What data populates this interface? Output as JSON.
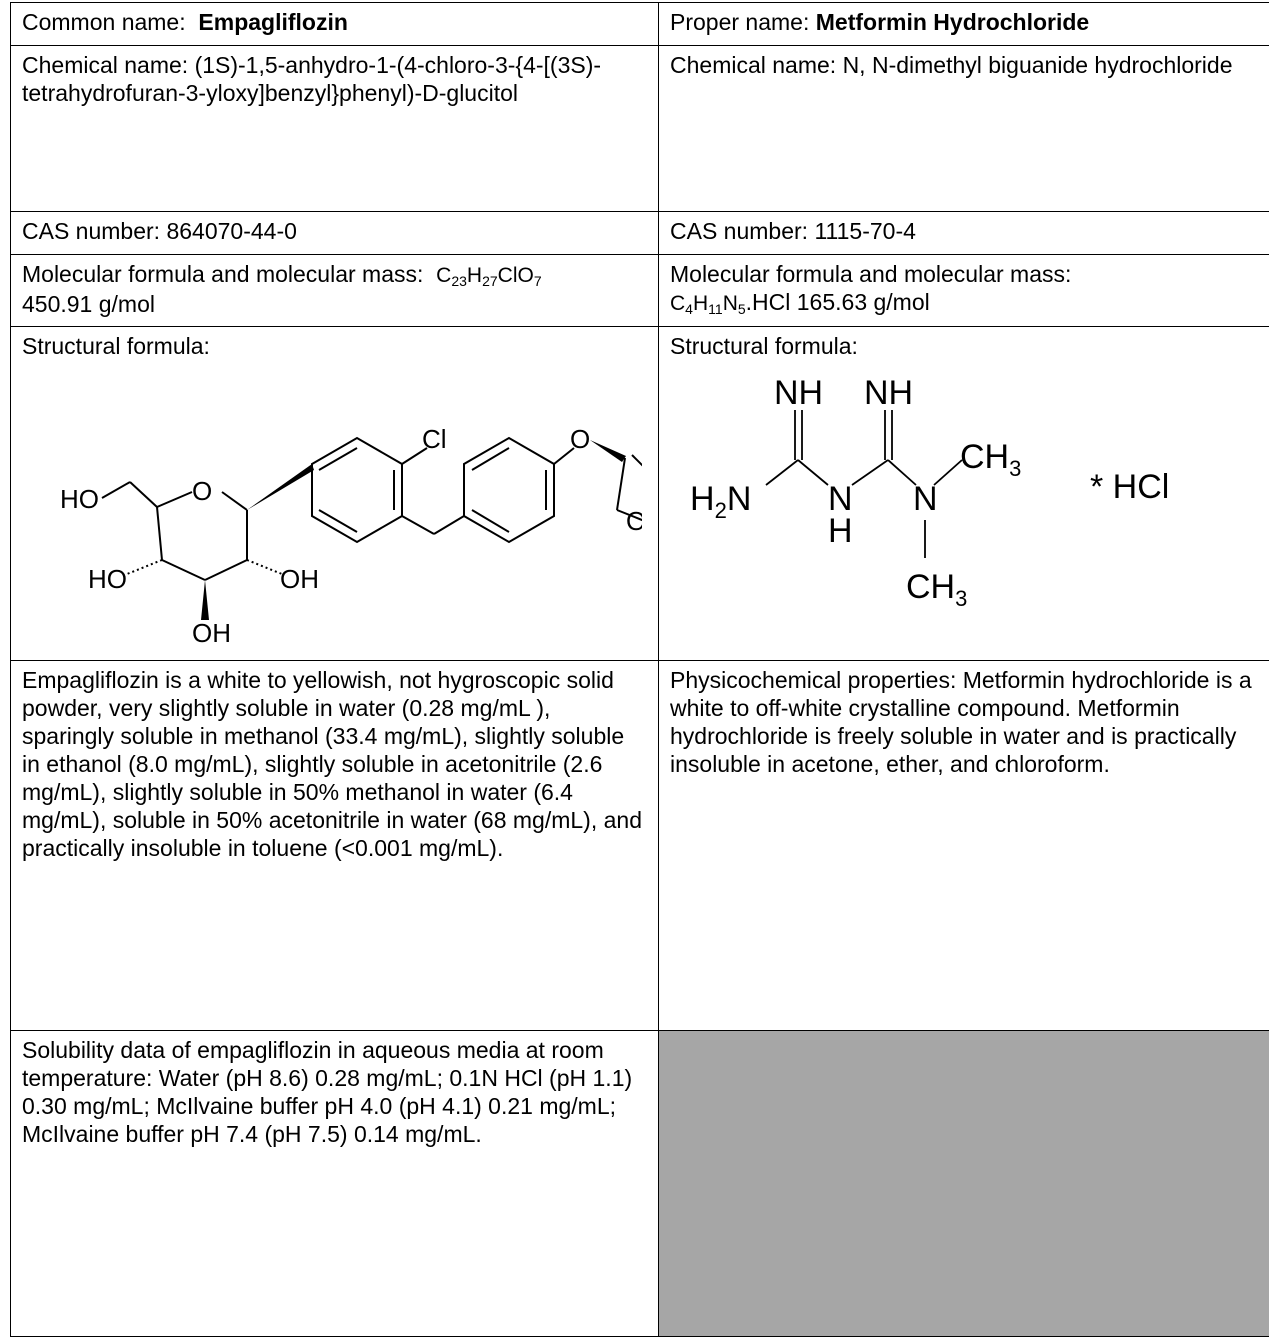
{
  "left": {
    "common_label": "Common name:",
    "common_value": "Empagliflozin",
    "chem_name": "Chemical name:  (1S)-1,5-anhydro-1-(4-chloro-3-{4-[(3S)-tetrahydrofuran-3-yloxy]benzyl}phenyl)-D-glucitol",
    "cas": "CAS number: 864070-44-0",
    "formula_label": "Molecular formula and molecular mass:",
    "formula_c": "C",
    "formula_c_n": "23",
    "formula_h": "H",
    "formula_h_n": "27",
    "formula_clo": "ClO",
    "formula_o_n": "7",
    "mass": "450.91 g/mol",
    "struct_label": "Structural formula:",
    "struct_atoms": {
      "cl": "Cl",
      "o_ring": "O",
      "o_ether": "O",
      "o_thf": "O",
      "ho1": "HO",
      "ho2": "HO",
      "oh1": "OH",
      "oh2": "OH"
    },
    "properties": "Empagliflozin is a white to yellowish, not hygroscopic solid powder, very slightly soluble in water (0.28 mg/mL ), sparingly soluble in methanol (33.4 mg/mL), slightly soluble in ethanol (8.0 mg/mL),  slightly soluble in acetonitrile (2.6 mg/mL), slightly soluble in 50% methanol in water (6.4 mg/mL), soluble in 50% acetonitrile in water (68 mg/mL), and practically insoluble in toluene (<0.001 mg/mL).",
    "solubility": "Solubility data of empagliflozin in aqueous media at room temperature: Water (pH 8.6) 0.28 mg/mL; 0.1N HCl (pH 1.1) 0.30 mg/mL; McIlvaine buffer pH 4.0 (pH 4.1) 0.21 mg/mL; McIlvaine buffer pH 7.4 (pH 7.5) 0.14 mg/mL."
  },
  "right": {
    "proper_label": "Proper name:",
    "proper_value": "Metformin Hydrochloride",
    "chem_name": "Chemical name: N, N-dimethyl biguanide hydrochloride",
    "cas": "CAS number: 1115-70-4",
    "formula_label": "Molecular formula and molecular mass:",
    "formula_c": "C",
    "formula_c_n": "4",
    "formula_h": "H",
    "formula_h_n": "11",
    "formula_n": "N",
    "formula_n_n": "5",
    "formula_tail": ".HCl  165.63 g/mol",
    "struct_label": "Structural formula:",
    "struct_atoms": {
      "nh_a": "NH",
      "nh_b": "NH",
      "h2": "H",
      "h2_n": "2",
      "n_amine": "N",
      "n_mid": "N",
      "h_mid": "H",
      "n_dim": "N",
      "ch3_a": "CH",
      "ch3_a_n": "3",
      "ch3_b": "CH",
      "ch3_b_n": "3",
      "hcl": "* HCl"
    },
    "properties": "Physicochemical properties:  Metformin hydrochloride is a white to off-white crystalline compound. Metformin hydrochloride is freely soluble in water and is practically insoluble in acetone, ether, and chloroform."
  },
  "colors": {
    "border": "#000000",
    "shaded_cell": "#a6a6a6"
  }
}
